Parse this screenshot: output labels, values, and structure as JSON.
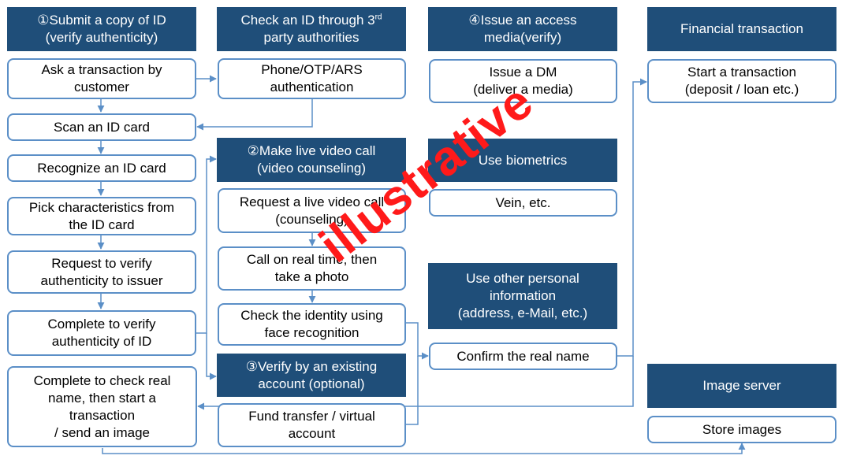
{
  "col1": {
    "header": [
      "①Submit a copy of ID",
      "(verify authenticity)"
    ],
    "steps": {
      "ask": [
        "Ask a transaction by",
        "customer"
      ],
      "scan": [
        "Scan an ID card"
      ],
      "recognize": [
        "Recognize an ID card"
      ],
      "pick": [
        "Pick characteristics from",
        "the ID card"
      ],
      "request": [
        "Request to verify",
        "authenticity to issuer"
      ],
      "complete": [
        "Complete to verify",
        "authenticity of ID"
      ],
      "final": [
        "Complete to check real",
        "name, then start a",
        "transaction",
        "/ send an image"
      ]
    }
  },
  "col2": {
    "header1": {
      "a": "Check an ID through 3",
      "sup": "rd",
      "b": "party authorities"
    },
    "phone": [
      "Phone/OTP/ARS",
      "authentication"
    ],
    "header2": [
      "②Make live video call",
      "(video counseling)"
    ],
    "video_request": [
      "Request a live video call",
      "(counseling)"
    ],
    "call": [
      "Call on real time, then",
      "take a photo"
    ],
    "face": [
      "Check the identity using",
      "face recognition"
    ],
    "header3": [
      "③Verify by an existing",
      "account (optional)"
    ],
    "fund": [
      "Fund transfer / virtual",
      "account"
    ]
  },
  "col3": {
    "header1": [
      "④Issue an access",
      "media(verify)"
    ],
    "dm": [
      "Issue a DM",
      "(deliver a media)"
    ],
    "header2": [
      "Use biometrics"
    ],
    "vein": [
      "Vein, etc."
    ],
    "header3": [
      "Use other personal",
      "information",
      "(address, e-Mail, etc.)"
    ],
    "confirm": [
      "Confirm the real name"
    ]
  },
  "col4": {
    "header1": [
      "Financial transaction"
    ],
    "start": [
      "Start a transaction",
      "(deposit / loan etc.)"
    ],
    "header2": [
      "Image server"
    ],
    "store": [
      "Store images"
    ]
  },
  "watermark": "illustrative",
  "colors": {
    "header": "#1f4e79",
    "border": "#5b8fc7",
    "arrow": "#5b8fc7",
    "watermark": "#ff1a1a"
  }
}
